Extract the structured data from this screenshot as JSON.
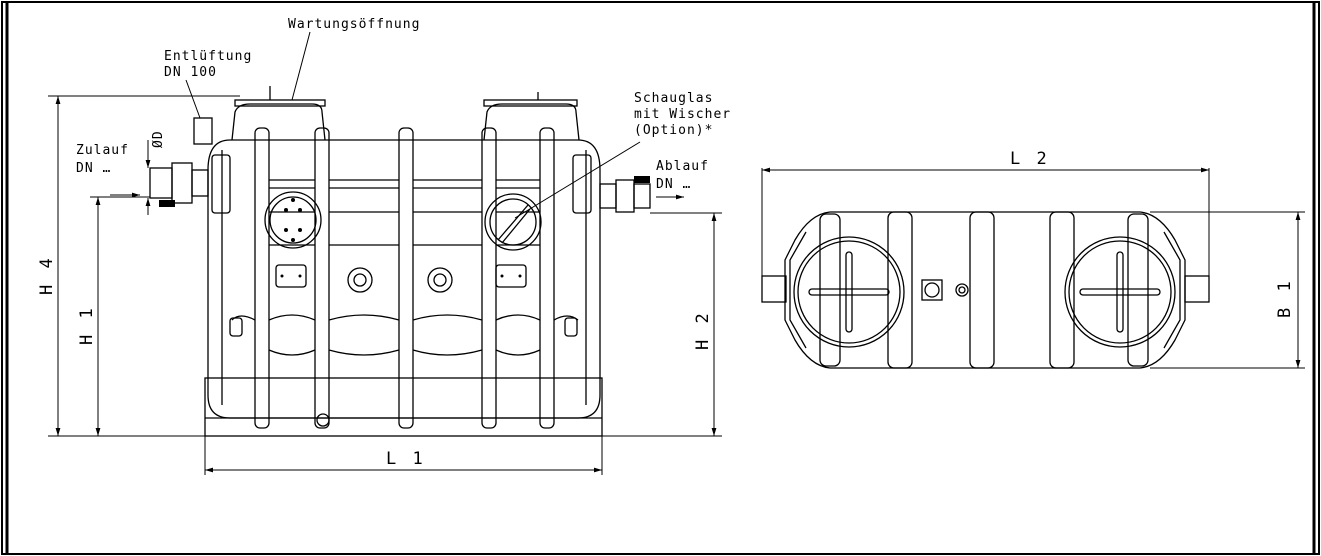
{
  "labels": {
    "wartung": "Wartungsöffnung",
    "entl_1": "Entlüftung",
    "entl_2": "DN 100",
    "schau_1": "Schauglas",
    "schau_2": "mit Wischer",
    "schau_3": "(Option)*",
    "zulauf_1": "Zulauf",
    "zulauf_2": "DN  …",
    "ablauf_1": "Ablauf",
    "ablauf_2": "DN  …",
    "od": "ØD",
    "h4": "H 4",
    "h1": "H 1",
    "h2": "H 2",
    "l1": "L 1",
    "l2": "L 2",
    "b1": "B 1"
  }
}
